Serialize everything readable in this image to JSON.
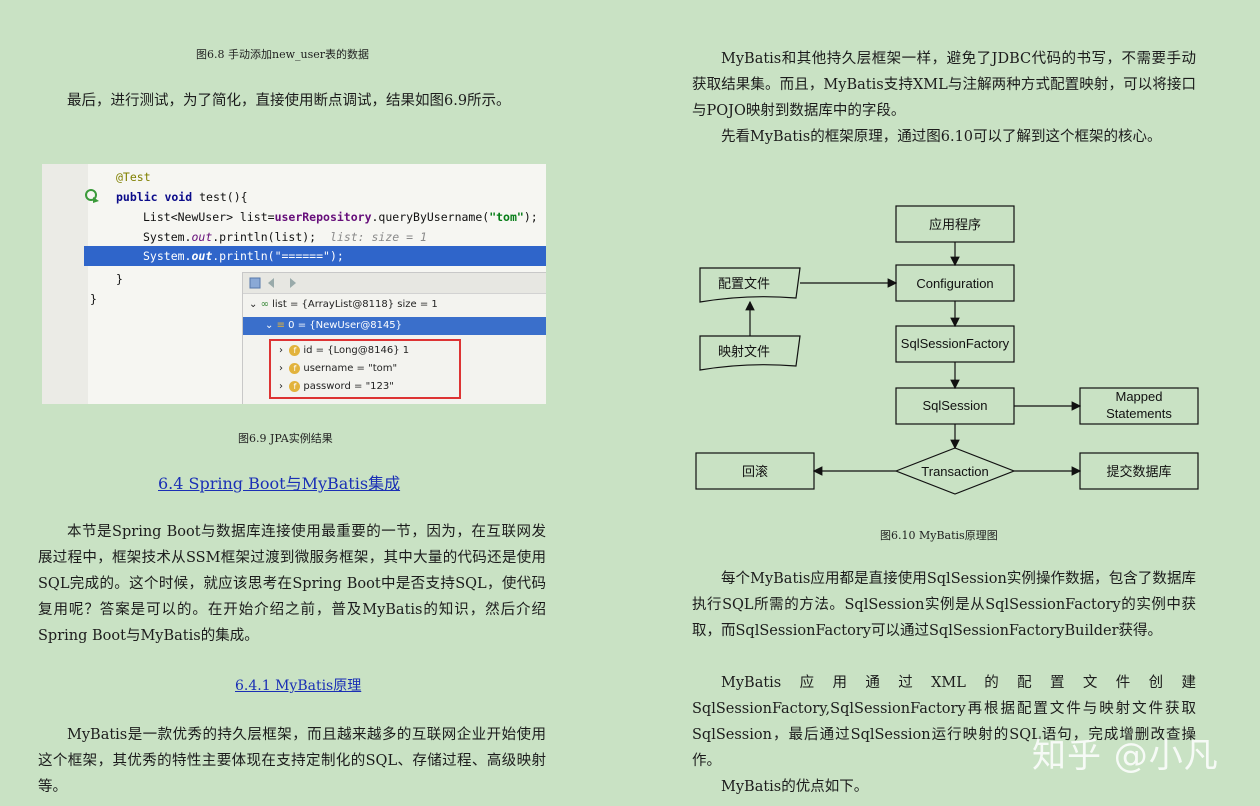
{
  "left": {
    "fig68_caption": "图6.8 手动添加new_user表的数据",
    "para1": "最后，进行测试，为了简化，直接使用断点调试，结果如图6.9所示。",
    "code": {
      "line1": "@Test",
      "line2_kw": "public void",
      "line2_rest": " test(){",
      "line3_a": "List<NewUser> list=",
      "line3_b": "userRepository",
      "line3_c": ".queryByUsername(",
      "line3_str": "\"tom\"",
      "line3_d": ");",
      "line4_a": "System.",
      "line4_b": "out",
      "line4_c": ".println(list);",
      "line4_hint": "list:  size = 1",
      "line5_a": "System.",
      "line5_b": "out",
      "line5_c": ".println(",
      "line5_str": "\"======\"",
      "line5_d": ");",
      "line6": "}",
      "line7": "}",
      "debug": {
        "row1": "list = {ArrayList@8118}  size = 1",
        "row2": "0 = {NewUser@8145}",
        "row3": "id = {Long@8146} 1",
        "row4": "username = \"tom\"",
        "row5": "password = \"123\"",
        "field_badge": "f"
      }
    },
    "fig69_caption": "图6.9 JPA实例结果",
    "section_heading": "6.4 Spring Boot与MyBatis集成",
    "para2": "本节是Spring Boot与数据库连接使用最重要的一节，因为，在互联网发展过程中，框架技术从SSM框架过渡到微服务框架，其中大量的代码还是使用SQL完成的。这个时候，就应该思考在Spring Boot中是否支持SQL，使代码复用呢？答案是可以的。在开始介绍之前，普及MyBatis的知识，然后介绍Spring Boot与MyBatis的集成。",
    "subsection_heading": "6.4.1 MyBatis原理",
    "para3": "MyBatis是一款优秀的持久层框架，而且越来越多的互联网企业开始使用这个框架，其优秀的特性主要体现在支持定制化的SQL、存储过程、高级映射等。"
  },
  "right": {
    "para1": "MyBatis和其他持久层框架一样，避免了JDBC代码的书写，不需要手动获取结果集。而且，MyBatis支持XML与注解两种方式配置映射，可以将接口与POJO映射到数据库中的字段。",
    "para2": "先看MyBatis的框架原理，通过图6.10可以了解到这个框架的核心。",
    "diagram": {
      "app": "应用程序",
      "configuration": "Configuration",
      "config_file": "配置文件",
      "mapping_file": "映射文件",
      "factory": "SqlSessionFactory",
      "session": "SqlSession",
      "mapped_1": "Mapped",
      "mapped_2": "Statements",
      "transaction": "Transaction",
      "rollback": "回滚",
      "commit": "提交数据库"
    },
    "fig610_caption": "图6.10 MyBatis原理图",
    "para3": "每个MyBatis应用都是直接使用SqlSession实例操作数据，包含了数据库执行SQL所需的方法。SqlSession实例是从SqlSessionFactory的实例中获取，而SqlSessionFactory可以通过SqlSessionFactoryBuilder获得。",
    "para4": "MyBatis应用通过XML的配置文件创建SqlSessionFactory,SqlSessionFactory再根据配置文件与映射文件获取SqlSession，最后通过SqlSession运行映射的SQL语句，完成增删改查操作。",
    "para5": "MyBatis的优点如下。"
  },
  "watermark": "知乎 @小凡"
}
